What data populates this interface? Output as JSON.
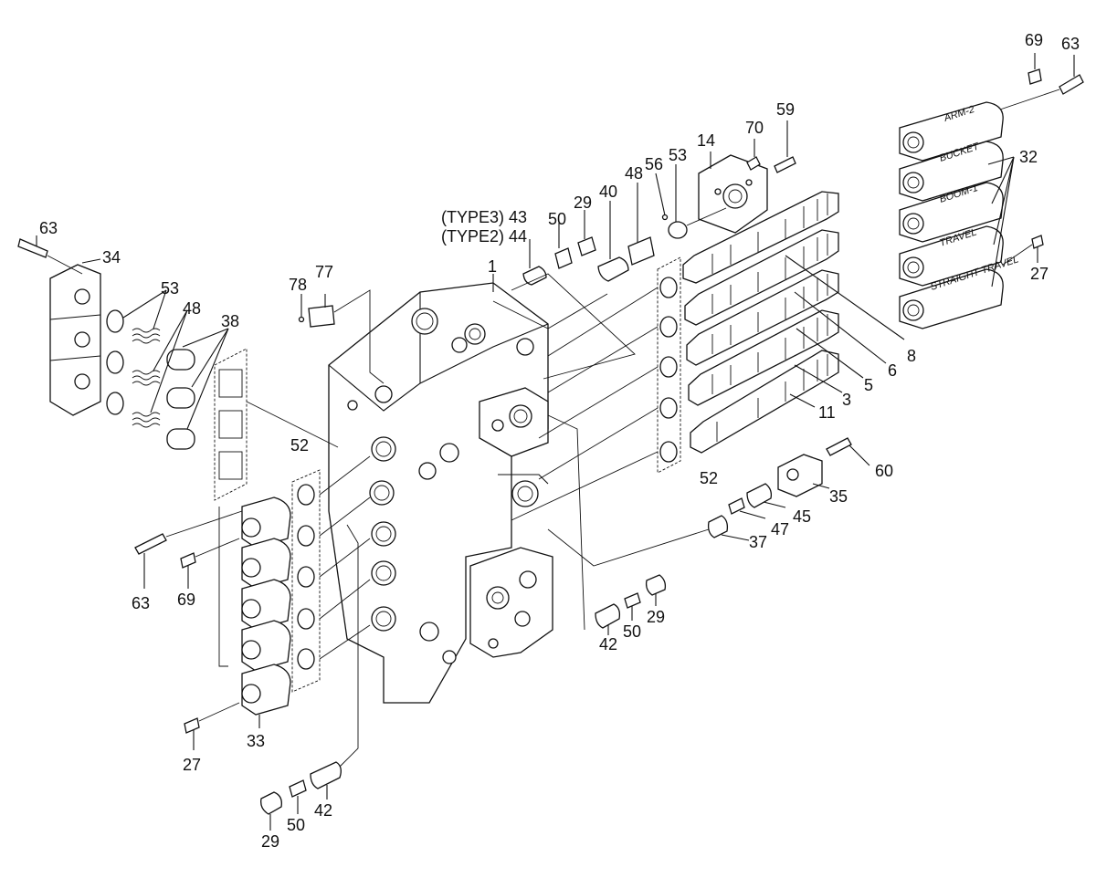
{
  "callouts": [
    {
      "id": "c69a",
      "text": "69"
    },
    {
      "id": "c63a",
      "text": "63"
    },
    {
      "id": "c32",
      "text": "32"
    },
    {
      "id": "c27a",
      "text": "27"
    },
    {
      "id": "c70",
      "text": "70"
    },
    {
      "id": "c59",
      "text": "59"
    },
    {
      "id": "c14",
      "text": "14"
    },
    {
      "id": "c56",
      "text": "56"
    },
    {
      "id": "c53a",
      "text": "53"
    },
    {
      "id": "c48a",
      "text": "48"
    },
    {
      "id": "c40",
      "text": "40"
    },
    {
      "id": "c29a",
      "text": "29"
    },
    {
      "id": "c50a",
      "text": "50"
    },
    {
      "id": "c43",
      "text": "(TYPE3) 43"
    },
    {
      "id": "c44",
      "text": "(TYPE2) 44"
    },
    {
      "id": "c1",
      "text": "1"
    },
    {
      "id": "c77",
      "text": "77"
    },
    {
      "id": "c78",
      "text": "78"
    },
    {
      "id": "c63b",
      "text": "63"
    },
    {
      "id": "c34",
      "text": "34"
    },
    {
      "id": "c53b",
      "text": "53"
    },
    {
      "id": "c48b",
      "text": "48"
    },
    {
      "id": "c38",
      "text": "38"
    },
    {
      "id": "c8",
      "text": "8"
    },
    {
      "id": "c6",
      "text": "6"
    },
    {
      "id": "c5",
      "text": "5"
    },
    {
      "id": "c3",
      "text": "3"
    },
    {
      "id": "c11",
      "text": "11"
    },
    {
      "id": "c52a",
      "text": "52"
    },
    {
      "id": "c52b",
      "text": "52"
    },
    {
      "id": "c60",
      "text": "60"
    },
    {
      "id": "c35",
      "text": "35"
    },
    {
      "id": "c45",
      "text": "45"
    },
    {
      "id": "c47",
      "text": "47"
    },
    {
      "id": "c37",
      "text": "37"
    },
    {
      "id": "c63c",
      "text": "63"
    },
    {
      "id": "c69b",
      "text": "69"
    },
    {
      "id": "c42a",
      "text": "42"
    },
    {
      "id": "c50b",
      "text": "50"
    },
    {
      "id": "c29b",
      "text": "29"
    },
    {
      "id": "c27b",
      "text": "27"
    },
    {
      "id": "c33",
      "text": "33"
    },
    {
      "id": "c29c",
      "text": "29"
    },
    {
      "id": "c50c",
      "text": "50"
    },
    {
      "id": "c42b",
      "text": "42"
    }
  ],
  "cap_labels": [
    "ARM-2",
    "BUCKET",
    "BOOM-1",
    "TRAVEL",
    "STRAIGHT TRAVEL"
  ]
}
